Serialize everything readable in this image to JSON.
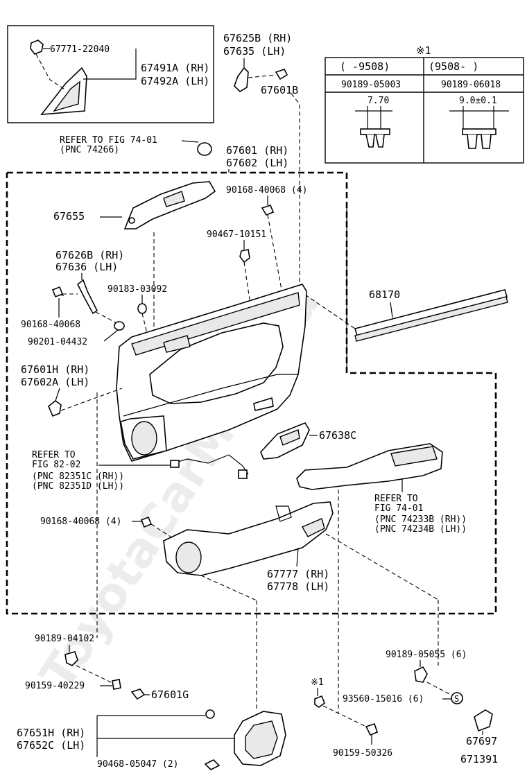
{
  "watermark": "ToyotaCarMine.ru",
  "figure_number": "671391",
  "labels": {
    "p67771": "67771-22040",
    "p67491a": "67491A (RH)",
    "p67492a": "67492A (LH)",
    "p67625b": "67625B (RH)",
    "p67635": "67635 (LH)",
    "p67601b": "67601B",
    "refer1a": "REFER TO FIG 74-01",
    "refer1b": "(PNC 74266)",
    "p67601": "67601 (RH)",
    "p67602": "67602 (LH)",
    "p90168a": "90168-40068 (4)",
    "p67655": "67655",
    "p90467": "90467-10151",
    "p67626b": "67626B (RH)",
    "p67636": "67636 (LH)",
    "p90183": "90183-03092",
    "p68170": "68170",
    "p90168b": "90168-40068",
    "p90201": "90201-04432",
    "p67601h": "67601H (RH)",
    "p67602a": "67602A (LH)",
    "p67638c": "67638C",
    "refer2a": "REFER TO",
    "refer2b": "FIG 82-02",
    "refer2c": "(PNC 82351C (RH))",
    "refer2d": "(PNC 82351D (LH))",
    "refer3a": "REFER TO",
    "refer3b": "FIG 74-01",
    "refer3c": "(PNC 74233B (RH))",
    "refer3d": "(PNC 74234B (LH))",
    "p90168c": "90168-40068 (4)",
    "p67777": "67777 (RH)",
    "p67778": "67778 (LH)",
    "p90189a": "90189-04102",
    "p90159a": "90159-40229",
    "p67601g": "67601G",
    "p67651h": "67651H (RH)",
    "p67652c": "67652C (LH)",
    "p90468": "90468-05047 (2)",
    "p90189b": "90189-05055 (6)",
    "star1": "※1",
    "p93560": "93560-15016 (6)",
    "s_mark": "S",
    "p90159b": "90159-50326",
    "p67697": "67697"
  },
  "table": {
    "marker": "※1",
    "col1_head": "(     -9508)",
    "col2_head": "(9508-     )",
    "col1_part": "90189-05003",
    "col2_part": "90189-06018",
    "col1_dim": "7.70",
    "col2_dim": "9.0±0.1"
  }
}
